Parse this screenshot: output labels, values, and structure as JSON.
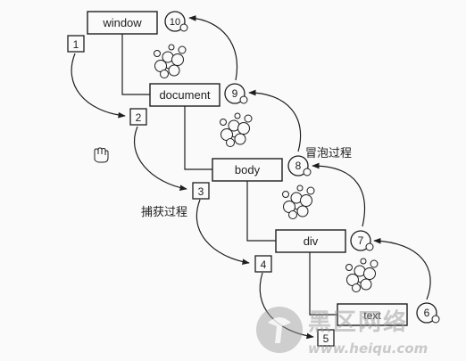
{
  "nodes": [
    {
      "label": "window"
    },
    {
      "label": "document"
    },
    {
      "label": "body"
    },
    {
      "label": "div"
    },
    {
      "label": "text"
    }
  ],
  "capture_steps": [
    "1",
    "2",
    "3",
    "4",
    "5"
  ],
  "bubble_steps": [
    "10",
    "9",
    "8",
    "7",
    "6"
  ],
  "phase_labels": {
    "bubbling": "冒泡过程",
    "capturing": "捕获过程"
  },
  "watermark": {
    "cn": "黑区网络",
    "url": "www.heiqu.com"
  },
  "icons": [
    "hand-cursor-icon",
    "molecule-icon",
    "watermark-logo-icon"
  ],
  "colors": {
    "ink": "#1e1e1e",
    "paper": "#fafafa",
    "watermark": "#9a9a9a"
  }
}
